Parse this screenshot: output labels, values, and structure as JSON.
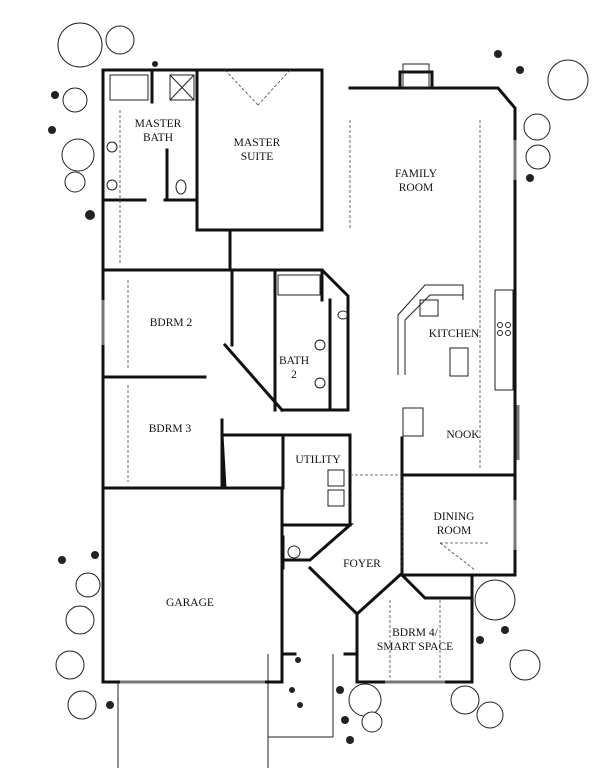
{
  "rooms": {
    "master_bath": [
      "MASTER",
      "BATH"
    ],
    "master_suite": [
      "MASTER",
      "SUITE"
    ],
    "family_room": [
      "FAMILY",
      "ROOM"
    ],
    "kitchen": "KITCHEN",
    "bdrm2": "BDRM 2",
    "bath2": [
      "BATH",
      "2"
    ],
    "bdrm3": "BDRM 3",
    "nook": "NOOK",
    "utility": "UTILITY",
    "dining_room": [
      "DINING",
      "ROOM"
    ],
    "foyer": "FOYER",
    "garage": "GARAGE",
    "bdrm4": [
      "BDRM 4/",
      "SMART SPACE"
    ]
  },
  "colors": {
    "wall": "#111111",
    "background": "#ffffff"
  }
}
